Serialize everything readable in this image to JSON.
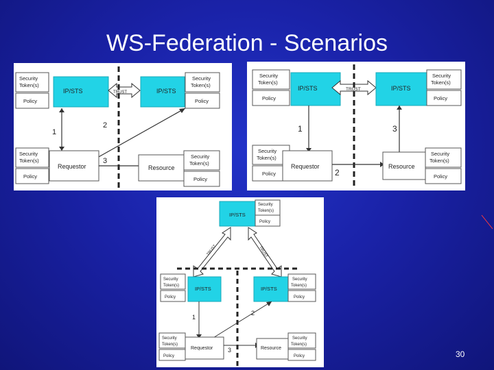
{
  "slide": {
    "title": "WS-Federation - Scenarios",
    "page_number": "30"
  },
  "labels": {
    "security_tokens": "Security Token(s)",
    "security_tokens_line1": "Security",
    "security_tokens_line2": "Token(s)",
    "policy": "Policy",
    "ip_sts": "IP/STS",
    "trust": "TRUST",
    "requestor": "Requestor",
    "resource": "Resource"
  },
  "steps": {
    "one": "1",
    "two": "2",
    "three": "3"
  },
  "colors": {
    "background": "#1a22a8",
    "sts_box": "#22d3e6",
    "panel": "#ffffff",
    "line": "#222222"
  }
}
